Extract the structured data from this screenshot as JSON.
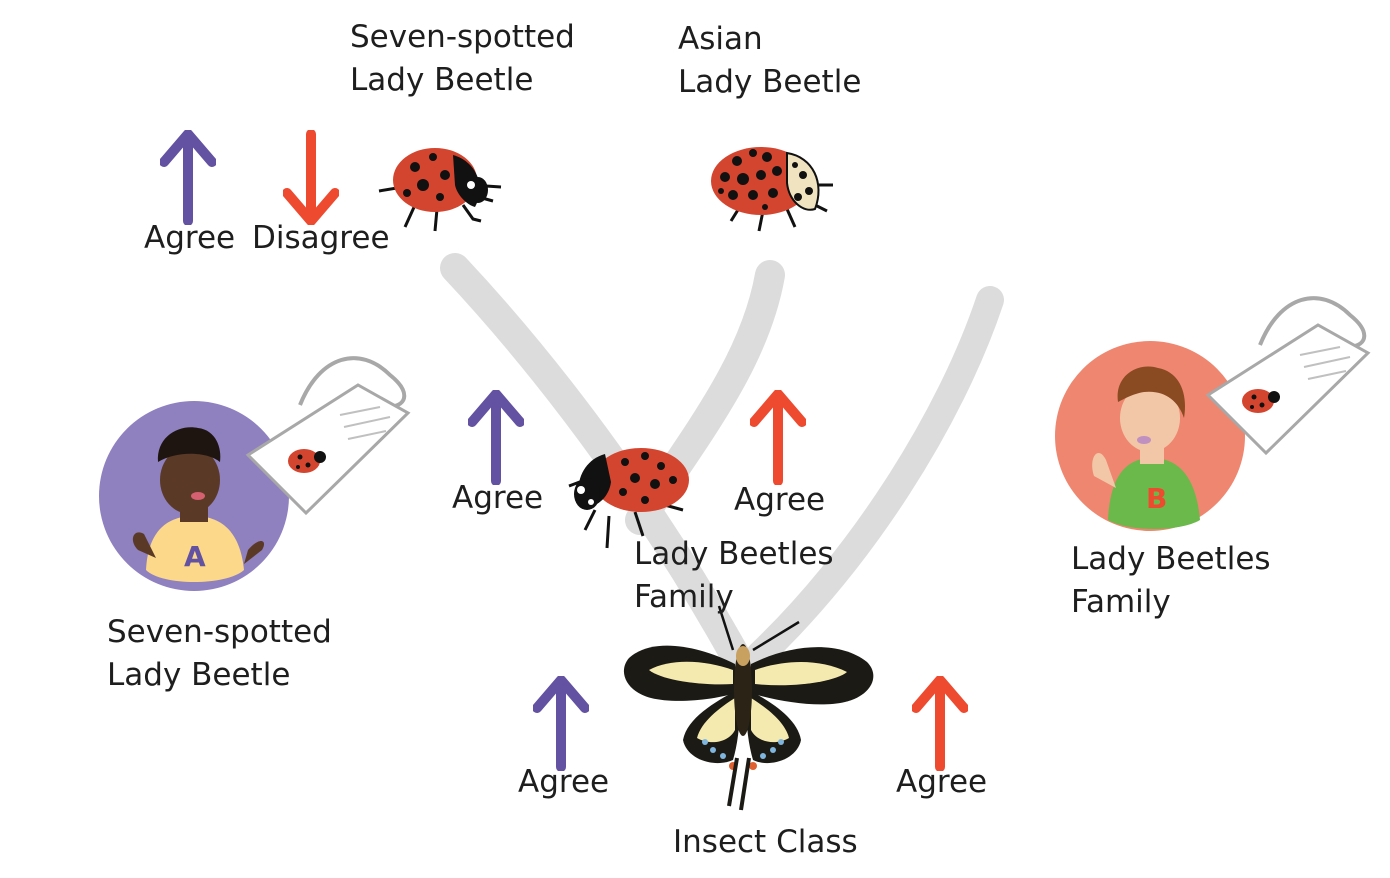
{
  "colors": {
    "agree": "#6351a2",
    "disagree": "#ee4a30",
    "tree": "#dcdcdc",
    "beetle_red": "#d4452f",
    "student_a_circle": "#8f80bf",
    "student_b_circle": "#ef8670"
  },
  "taxa": {
    "seven_spotted": {
      "line1": "Seven-spotted",
      "line2": "Lady Beetle"
    },
    "asian": {
      "line1": "Asian",
      "line2": "Lady Beetle"
    },
    "family": {
      "line1": "Lady Beetles",
      "line2": "Family"
    },
    "insect": {
      "label": "Insect Class"
    }
  },
  "votes": {
    "top_agree": "Agree",
    "top_disagree": "Disagree",
    "family_a": "Agree",
    "family_b": "Agree",
    "insect_a": "Agree",
    "insect_b": "Agree"
  },
  "students": {
    "a": {
      "letter": "A",
      "guess_line1": "Seven-spotted",
      "guess_line2": "Lady Beetle"
    },
    "b": {
      "letter": "B",
      "guess_line1": "Lady Beetles",
      "guess_line2": "Family"
    }
  },
  "icons": [
    "arrow-up-icon",
    "arrow-down-icon",
    "ladybug-icon",
    "butterfly-icon",
    "student-avatar-icon",
    "specimen-tag-icon"
  ]
}
